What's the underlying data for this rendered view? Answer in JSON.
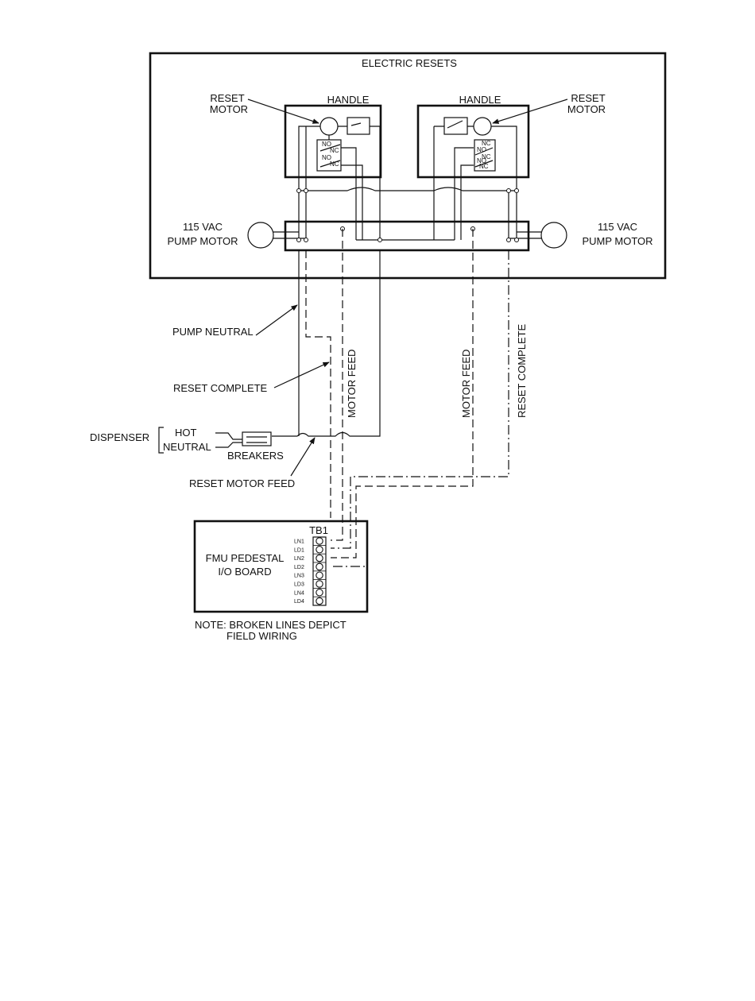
{
  "labels": {
    "title": "ELECTRIC RESETS",
    "handle_left": "HANDLE",
    "handle_right": "HANDLE",
    "reset_motor_left_1": "RESET",
    "reset_motor_left_2": "MOTOR",
    "reset_motor_right_1": "RESET",
    "reset_motor_right_2": "MOTOR",
    "pump_left_1": "115 VAC",
    "pump_left_2": "PUMP MOTOR",
    "pump_right_1": "115 VAC",
    "pump_right_2": "PUMP MOTOR",
    "pump_neutral": "PUMP NEUTRAL",
    "reset_complete_left": "RESET COMPLETE",
    "motor_feed_left": "MOTOR FEED",
    "motor_feed_right": "MOTOR FEED",
    "reset_complete_right": "RESET COMPLETE",
    "dispenser": "DISPENSER",
    "hot": "HOT",
    "neutral": "NEUTRAL",
    "breakers": "BREAKERS",
    "reset_motor_feed": "RESET MOTOR FEED",
    "fmu_1": "FMU PEDESTAL",
    "fmu_2": "I/O BOARD",
    "tb1": "TB1",
    "note_1": "NOTE: BROKEN LINES DEPICT",
    "note_2": "FIELD WIRING"
  },
  "switch_contacts": {
    "left": [
      "NO",
      "NC",
      "NO",
      "NC"
    ],
    "right": [
      "NC",
      "NO",
      "NC",
      "NO",
      "NC"
    ]
  },
  "terminals": [
    "LN1",
    "LD1",
    "LN2",
    "LD2",
    "LN3",
    "LD3",
    "LN4",
    "LD4"
  ]
}
